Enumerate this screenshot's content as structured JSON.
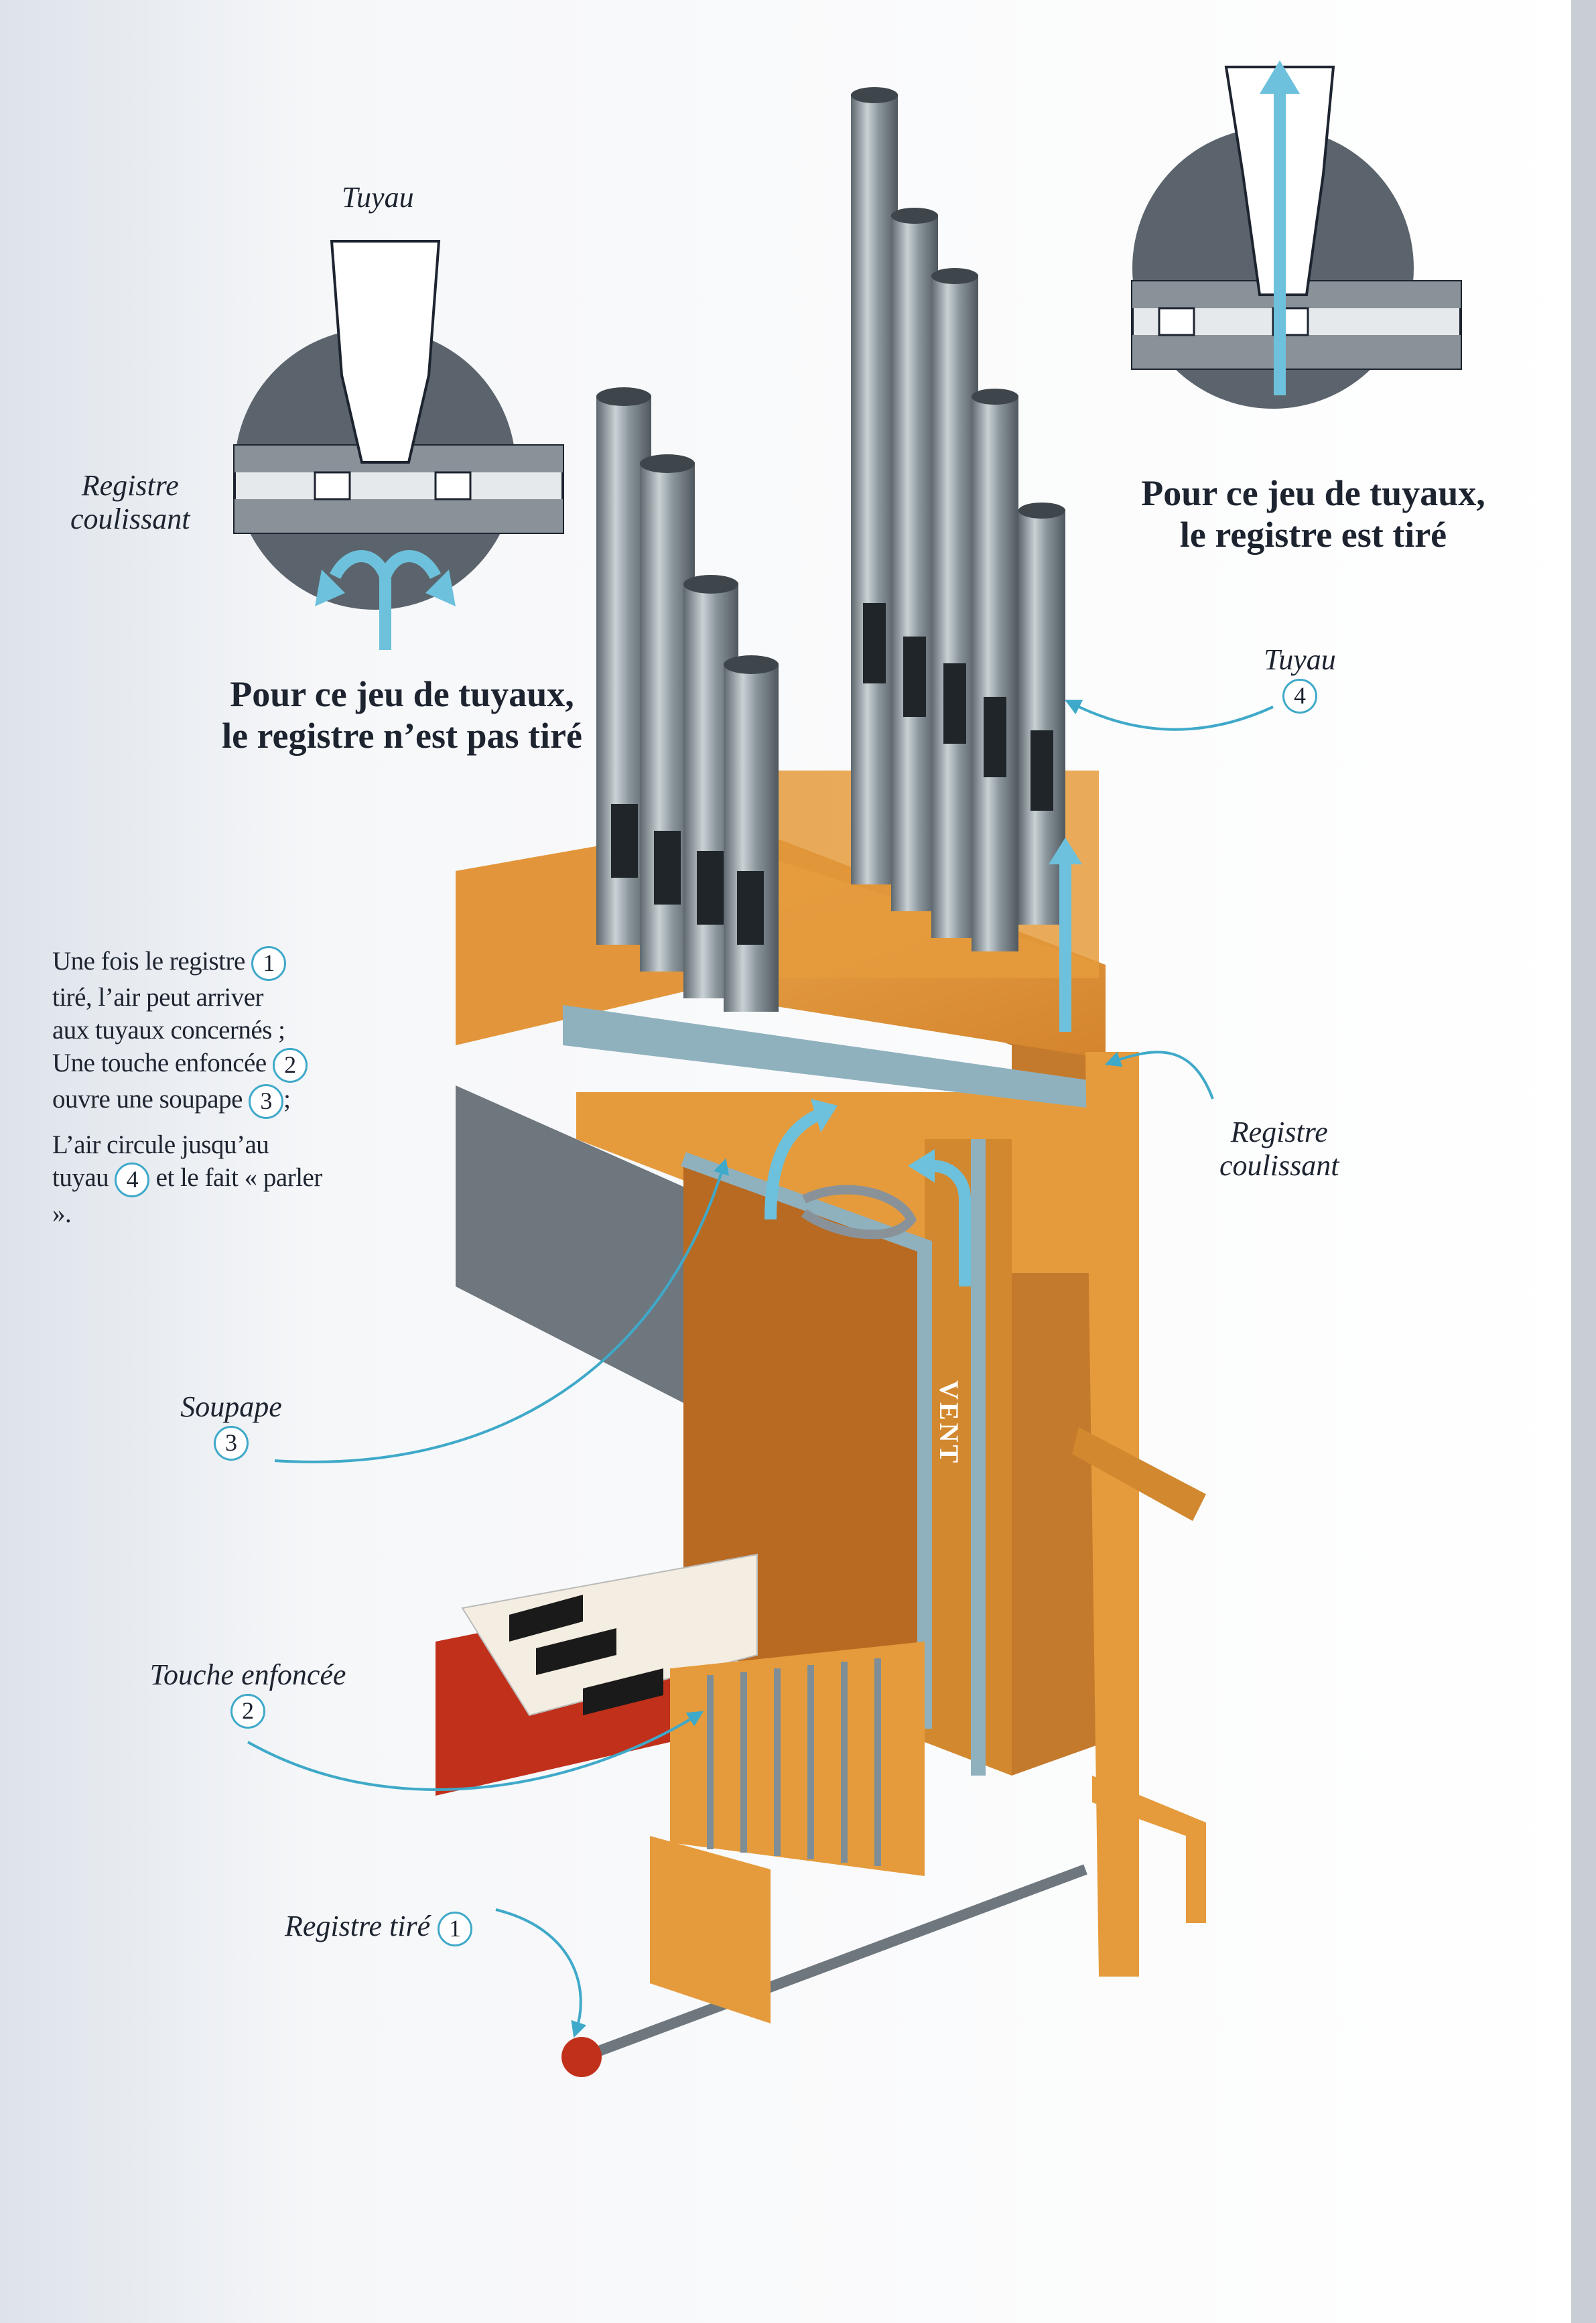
{
  "diagram": {
    "detail_left": {
      "pipe_label": "Tuyau",
      "slider_label_line1": "Registre",
      "slider_label_line2": "coulissant",
      "caption_line1": "Pour ce  jeu de tuyaux,",
      "caption_line2": "le registre n’est pas tiré"
    },
    "detail_right": {
      "caption_line1": "Pour ce jeu de tuyaux,",
      "caption_line2": "le registre est tiré"
    },
    "explanation": [
      {
        "text": "Une fois le registre",
        "num": "1"
      },
      {
        "text": "tiré, l’air peut arriver"
      },
      {
        "text": "aux tuyaux concernés ;"
      },
      {
        "text": "Une touche enfoncée",
        "num": "2"
      },
      {
        "text": "ouvre une soupape",
        "num": "3",
        "after": ";"
      },
      {
        "text": "L’air circule jusqu’au"
      },
      {
        "text": "tuyau",
        "num": "4",
        "after": "et le fait « parler »."
      }
    ],
    "callouts": {
      "tuyau": {
        "label": "Tuyau",
        "num": "4"
      },
      "registre_coulissant": {
        "line1": "Registre",
        "line2": "coulissant"
      },
      "soupape": {
        "label": "Soupape",
        "num": "3"
      },
      "touche": {
        "label": "Touche enfoncée",
        "num": "2"
      },
      "registre_tire": {
        "label": "Registre tiré",
        "num": "1"
      }
    },
    "wind_label": "VENT",
    "colors": {
      "wood": "#e59b3c",
      "wood_dark": "#b86a22",
      "steel": "#7f8e96",
      "pipe": "#8c969c",
      "arrow": "#6dc1dc",
      "section_fill": "#5b646c",
      "panel_blue": "#8fb1be"
    }
  }
}
